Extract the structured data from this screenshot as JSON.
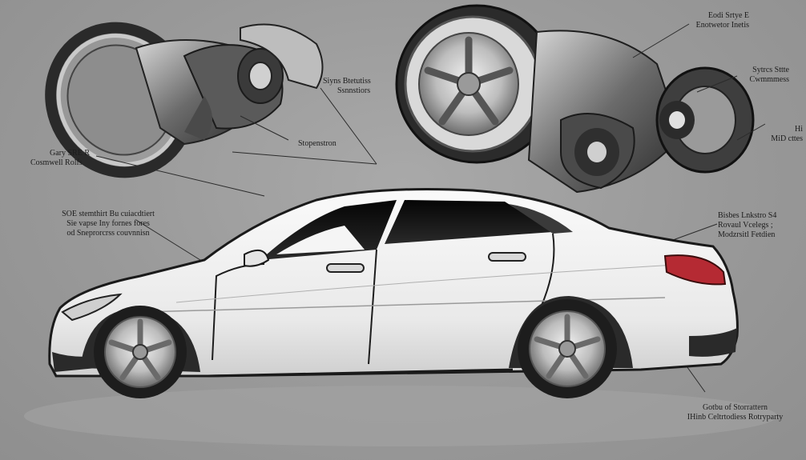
{
  "labels": {
    "top_right": [
      "Eodi Srtye E",
      "Enotwetor Inetis"
    ],
    "brake_center": [
      "Siyns Btetutiss",
      "Ssnnstiors"
    ],
    "suspension_center": [
      "Stopenstron"
    ],
    "rear_assembly": [
      "Sytrcs Sttte",
      "Cwmmmess"
    ],
    "hub_right": [
      "Hi",
      "MiD cttes"
    ],
    "left_wheel": [
      "Gary SRE R",
      "Cosmwell Rolfs"
    ],
    "front_door": [
      "SOE stemthirt Bu cuiacdtiert",
      "Sie vapse Iny fornes fores",
      "od Sneprorcrss couvnnisn"
    ],
    "taillight": [
      "Bisbes Lnkstro S4",
      "Rovaul Vcelegs ;",
      "Modzrsitl Fetdien"
    ],
    "bottom_right": [
      "Gotbu of Storrattern",
      "IHinb Celtrtodiess Rotryparty"
    ]
  },
  "colors": {
    "background": "#9b9b9b",
    "car_body": "#f1f1f1",
    "window_tint": "#111111",
    "tail_light": "#b52a33",
    "rim": "#cfcfcf",
    "tire": "#1d1d1d"
  },
  "icons": [
    "car-illustration",
    "front-wheel-assembly-render",
    "rear-wheel-assembly-render"
  ]
}
